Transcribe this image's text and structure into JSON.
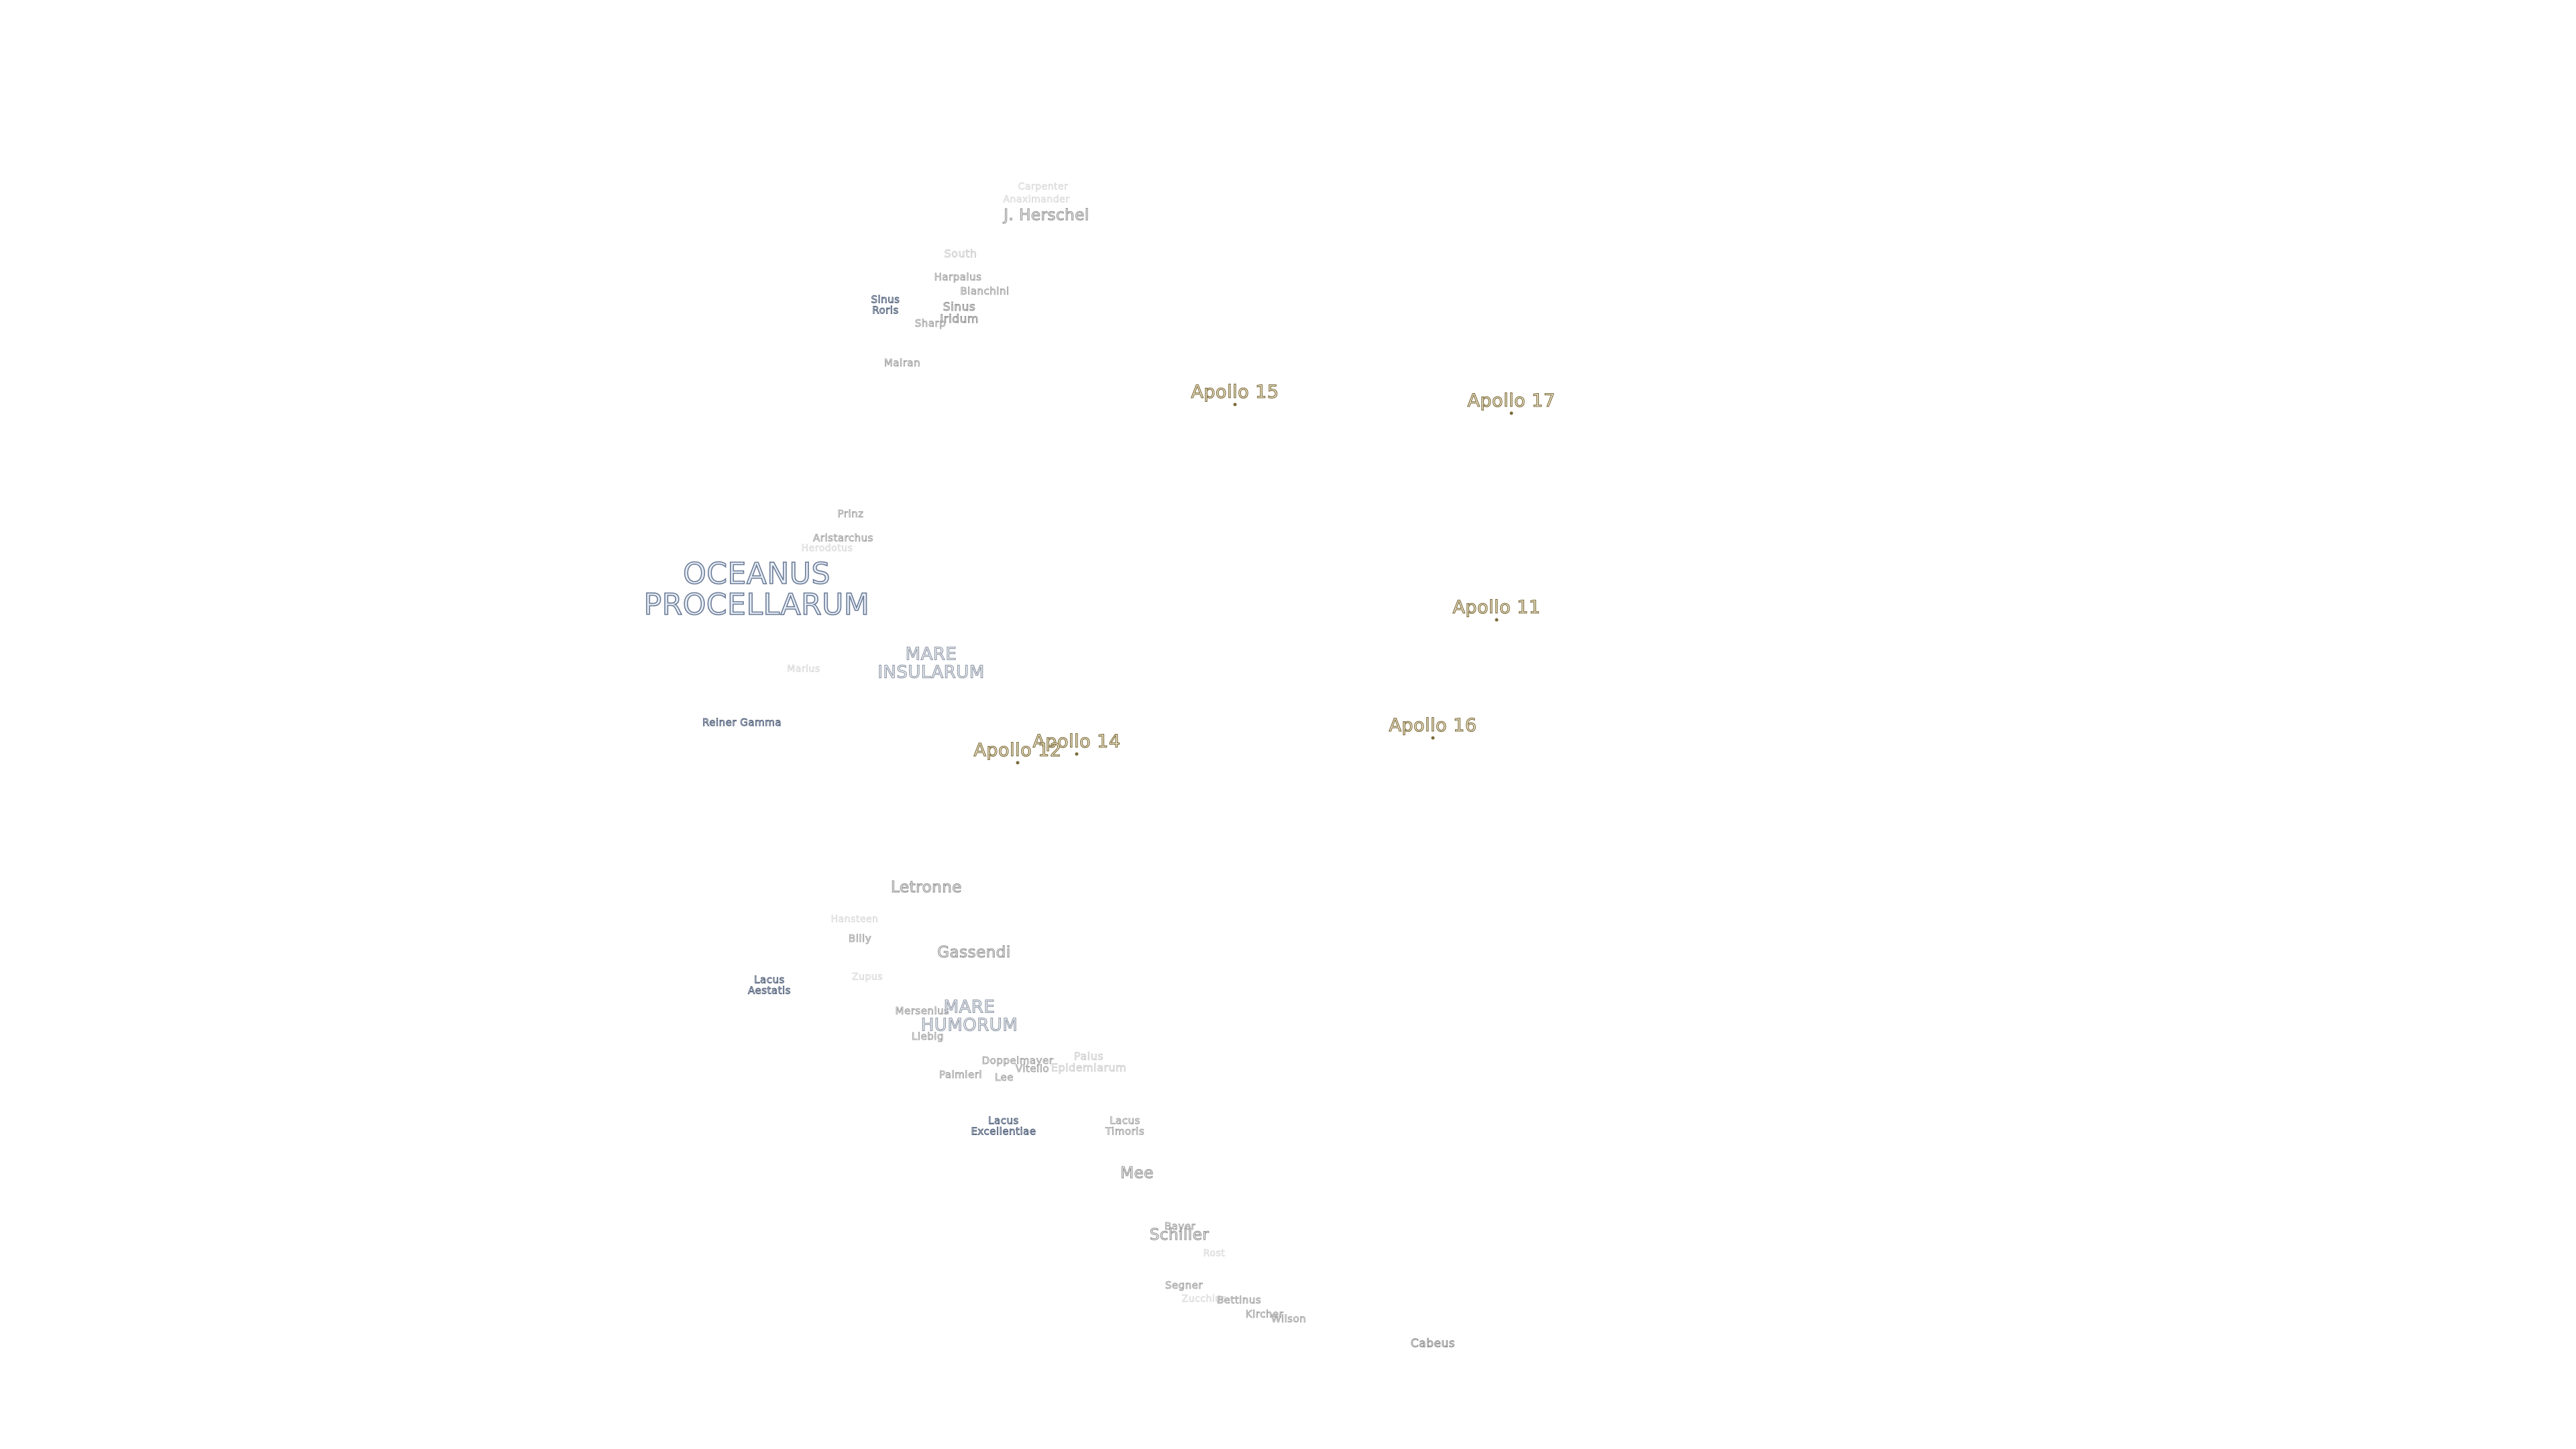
{
  "map": {
    "features": [
      {
        "id": "carpenter",
        "text": "Carpenter",
        "kind": "faint-s"
      },
      {
        "id": "anaximander",
        "text": "Anaximander",
        "kind": "faint-s"
      },
      {
        "id": "j-herschel",
        "text": "J. Herschel",
        "kind": "crater-l"
      },
      {
        "id": "south",
        "text": "South",
        "kind": "faint"
      },
      {
        "id": "harpalus",
        "text": "Harpalus",
        "kind": "crater-s"
      },
      {
        "id": "bianchini",
        "text": "Bianchini",
        "kind": "crater-s"
      },
      {
        "id": "sinus-roris",
        "text": "Sinus\nRoris",
        "kind": "lake"
      },
      {
        "id": "sinus-iridum",
        "text": "Sinus\nIridum",
        "kind": "crater-m"
      },
      {
        "id": "sharp",
        "text": "Sharp",
        "kind": "crater-s"
      },
      {
        "id": "mairan",
        "text": "Mairan",
        "kind": "crater-s"
      },
      {
        "id": "prinz",
        "text": "Prinz",
        "kind": "crater-s"
      },
      {
        "id": "aristarchus",
        "text": "Aristarchus",
        "kind": "crater-s"
      },
      {
        "id": "herodotus",
        "text": "Herodotus",
        "kind": "faint-s"
      },
      {
        "id": "oceanus-procellarum",
        "text": "OCEANUS\nPROCELLARUM",
        "kind": "big"
      },
      {
        "id": "mare-insularum",
        "text": "MARE\nINSULARUM",
        "kind": "mare"
      },
      {
        "id": "marius",
        "text": "Marius",
        "kind": "faint-s"
      },
      {
        "id": "reiner-gamma",
        "text": "Reiner Gamma",
        "kind": "lake"
      },
      {
        "id": "letronne",
        "text": "Letronne",
        "kind": "crater-l"
      },
      {
        "id": "hansteen",
        "text": "Hansteen",
        "kind": "faint-s"
      },
      {
        "id": "billy",
        "text": "Billy",
        "kind": "crater-s"
      },
      {
        "id": "gassendi",
        "text": "Gassendi",
        "kind": "crater-l"
      },
      {
        "id": "zupus",
        "text": "Zupus",
        "kind": "faint-s"
      },
      {
        "id": "lacus-aestatis",
        "text": "Lacus\nAestatis",
        "kind": "lake"
      },
      {
        "id": "mersenius",
        "text": "Mersenius",
        "kind": "crater-s"
      },
      {
        "id": "mare-humorum",
        "text": "MARE\nHUMORUM",
        "kind": "mare"
      },
      {
        "id": "liebig",
        "text": "Liebig",
        "kind": "crater-s"
      },
      {
        "id": "doppelmayer",
        "text": "Doppelmayer",
        "kind": "crater-s"
      },
      {
        "id": "vitello",
        "text": "Vitello",
        "kind": "crater-s"
      },
      {
        "id": "palus-epidemiarum",
        "text": "Palus\nEpidemiarum",
        "kind": "faint"
      },
      {
        "id": "palmieri",
        "text": "Palmieri",
        "kind": "crater-s"
      },
      {
        "id": "lee",
        "text": "Lee",
        "kind": "crater-s"
      },
      {
        "id": "lacus-excellentiae",
        "text": "Lacus\nExcellentiae",
        "kind": "lake"
      },
      {
        "id": "lacus-timoris",
        "text": "Lacus\nTimoris",
        "kind": "crater-s"
      },
      {
        "id": "mee",
        "text": "Mee",
        "kind": "crater-l"
      },
      {
        "id": "bayer",
        "text": "Bayer",
        "kind": "crater-s"
      },
      {
        "id": "schiller",
        "text": "Schiller",
        "kind": "crater-l"
      },
      {
        "id": "rost",
        "text": "Rost",
        "kind": "faint-s"
      },
      {
        "id": "segner",
        "text": "Segner",
        "kind": "crater-s"
      },
      {
        "id": "zucchius",
        "text": "Zucchius",
        "kind": "faint-s"
      },
      {
        "id": "bettinus",
        "text": "Bettinus",
        "kind": "crater-s"
      },
      {
        "id": "kircher",
        "text": "Kircher",
        "kind": "crater-s"
      },
      {
        "id": "wilson",
        "text": "Wilson",
        "kind": "crater-s"
      },
      {
        "id": "cabeus",
        "text": "Cabeus",
        "kind": "crater-m"
      }
    ],
    "apollo_sites": [
      {
        "id": "apollo-15",
        "text": "Apollo 15"
      },
      {
        "id": "apollo-17",
        "text": "Apollo 17"
      },
      {
        "id": "apollo-11",
        "text": "Apollo 11"
      },
      {
        "id": "apollo-16",
        "text": "Apollo 16"
      },
      {
        "id": "apollo-14",
        "text": "Apollo 14"
      },
      {
        "id": "apollo-12",
        "text": "Apollo 12"
      }
    ],
    "colors": {
      "background": "#ffffff",
      "apollo_fill": "#f3ead2",
      "apollo_outline": "#7a6a3a",
      "mare_outline": "#6b7c97"
    }
  }
}
